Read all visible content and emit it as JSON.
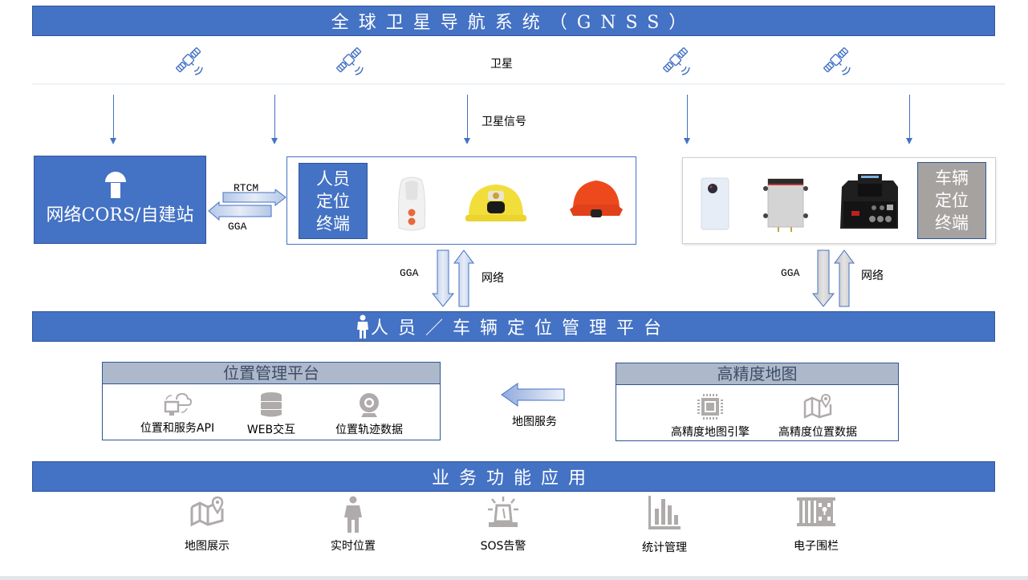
{
  "gnss": {
    "title": "全球卫星导航系统（GNSS）",
    "satellite_label": "卫星",
    "signal_label": "卫星信号",
    "satellite_icon": "satellite-icon",
    "satellite_count": 4
  },
  "cors": {
    "label": "网络CORS/自建站",
    "icon": "antenna-icon",
    "rtcm_label": "RTCM",
    "gga_label": "GGA"
  },
  "personnel_terminal": {
    "label_lines": [
      "人员",
      "定位",
      "终端"
    ],
    "devices": [
      "badge-locator",
      "yellow-smart-helmet",
      "orange-safety-helmet"
    ]
  },
  "vehicle_terminal": {
    "label_lines": [
      "车辆",
      "定位",
      "终端"
    ],
    "devices": [
      "white-vehicle-tracker",
      "gray-vehicle-box",
      "black-vehicle-host"
    ]
  },
  "links": {
    "personnel": {
      "up_label": "GGA",
      "down_label": "网络"
    },
    "vehicle": {
      "up_label": "GGA",
      "down_label": "网络"
    }
  },
  "platform": {
    "title": "人员／车辆定位管理平台",
    "icon": "person-icon"
  },
  "location_platform": {
    "title": "位置管理平台",
    "items": [
      {
        "label": "位置和服务API",
        "icon": "cloud-sync-icon"
      },
      {
        "label": "WEB交互",
        "icon": "database-icon"
      },
      {
        "label": "位置轨迹数据",
        "icon": "webcam-icon"
      }
    ]
  },
  "map_service_label": "地图服务",
  "hd_map": {
    "title": "高精度地图",
    "items": [
      {
        "label": "高精度地图引擎",
        "icon": "chip-icon"
      },
      {
        "label": "高精度位置数据",
        "icon": "map-pin-icon"
      }
    ]
  },
  "business": {
    "title": "业务功能应用",
    "items": [
      {
        "label": "地图展示",
        "icon": "map-pin-icon"
      },
      {
        "label": "实时位置",
        "icon": "person-icon"
      },
      {
        "label": "SOS告警",
        "icon": "alarm-light-icon"
      },
      {
        "label": "统计管理",
        "icon": "bar-chart-icon"
      },
      {
        "label": "电子围栏",
        "icon": "fence-icon"
      }
    ]
  },
  "colors": {
    "primary": "#4472c4",
    "primary_border": "#2f5597",
    "panel_header": "#adb9ca",
    "vehicle_label_bg": "#a5a2a0",
    "icon_gray": "#afabab"
  }
}
